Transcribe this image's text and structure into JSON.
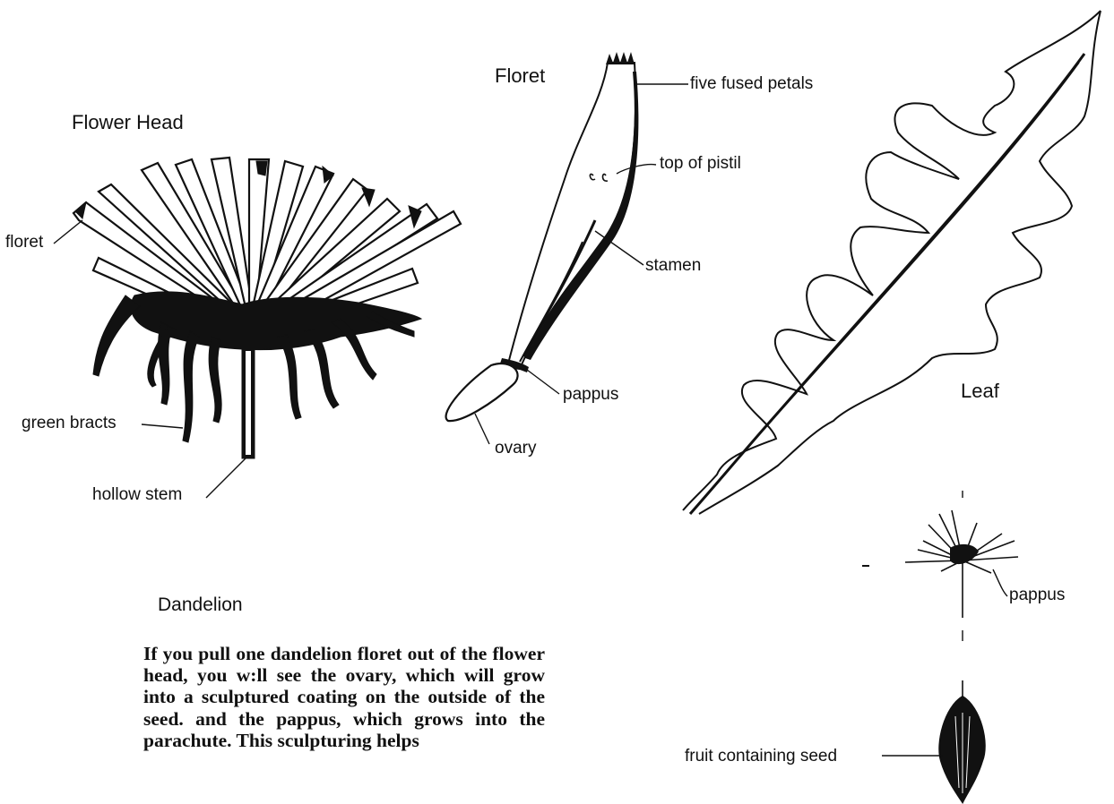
{
  "figure": {
    "titles": {
      "flower_head": "Flower Head",
      "floret": "Floret",
      "leaf": "Leaf"
    },
    "labels": {
      "floret": "floret",
      "green_bracts": "green bracts",
      "hollow_stem": "hollow stem",
      "five_fused_petals": "five fused petals",
      "top_of_pistil": "top of pistil",
      "stamen": "stamen",
      "pappus_floret": "pappus",
      "ovary": "ovary",
      "pappus_seed": "pappus",
      "fruit_containing_seed": "fruit containing seed"
    },
    "caption": {
      "title": "Dandelion",
      "body": "If you pull one dandelion floret out of the flower head, you w:ll see the ovary, which will grow into a sculptured coating on the outside of the seed. and the pappus, which grows into the parachute. This sculpturing helps"
    }
  }
}
